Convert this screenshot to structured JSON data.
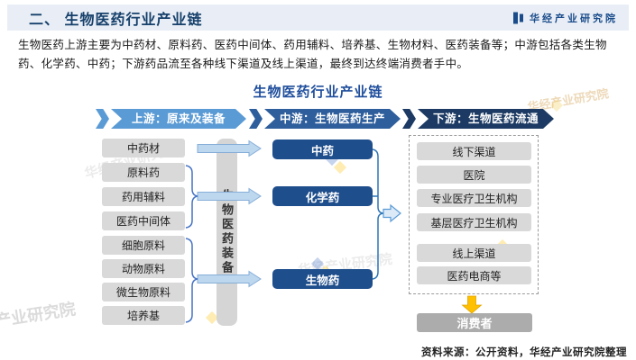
{
  "header": {
    "title": "二、 生物医药行业产业链",
    "logo_text": "华经产业研究院"
  },
  "intro": "生物医药上游主要为中药材、原料药、医药中间体、药用辅料、培养基、生物材料、医药装备等；中游包括各类生物药、化学药、中药；下游药品流至各种线下渠道及线上渠道，最终到达终端消费者手中。",
  "chart": {
    "title": "生物医药行业产业链",
    "stages": [
      {
        "label": "上游：原来及装备",
        "color": "#5B9BD5"
      },
      {
        "label": "中游：生物医药生产",
        "color": "#2E5E9C"
      },
      {
        "label": "下游：生物医药流通",
        "color": "#1C3A63"
      }
    ],
    "upstream_items": [
      "中药材",
      "原料药",
      "药用辅料",
      "医药中间体",
      "细胞原料",
      "动物原料",
      "微生物原料",
      "培养基"
    ],
    "equipment_bar": "生物医药装备",
    "midstream_items": [
      "中药",
      "化学药",
      "生物药"
    ],
    "downstream_items": [
      "线下渠道",
      "医院",
      "专业医疗卫生机构",
      "基层医疗卫生机构",
      "线上渠道",
      "医药电商等"
    ],
    "consumer": "消费者"
  },
  "source": "资料来源：公开资料，华经产业研究院整理",
  "watermarks": {
    "full": "华经产业研究院",
    "short": "产业研究院"
  },
  "colors": {
    "header_bg": "#E9EEF6",
    "header_text": "#16406B",
    "chart_title": "#1F4E9C",
    "upstream_box": "#D9D9D9",
    "midstream_box": "#1F4E8C",
    "consumer_box": "#ACACAC",
    "flow_arrow_fill": "#BDD7EE",
    "brace_line": "#4472C4",
    "down_arrow": "#FFC000"
  }
}
